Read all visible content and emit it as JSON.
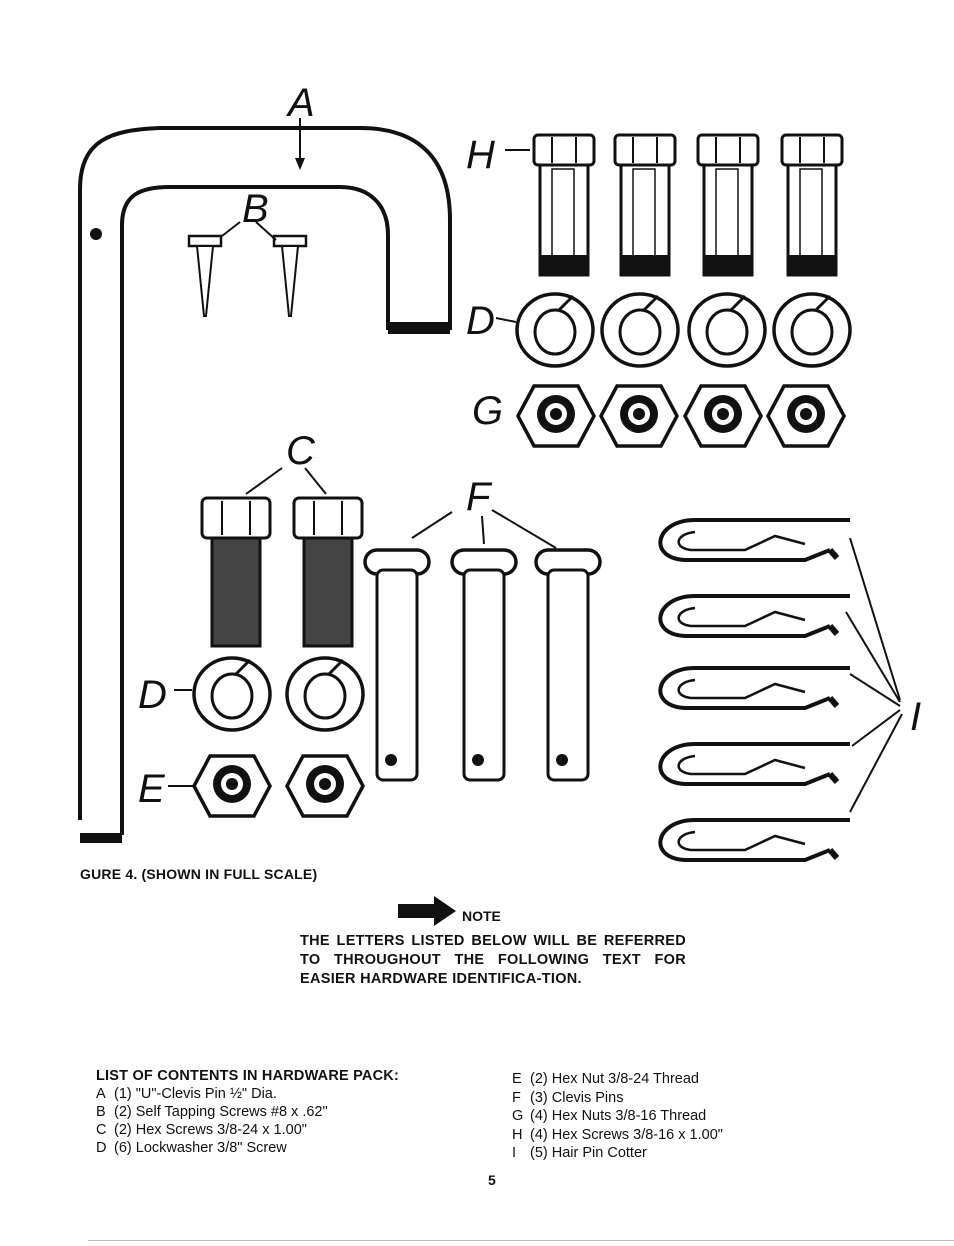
{
  "figure": {
    "labels": {
      "a": "A",
      "b": "B",
      "c": "C",
      "d_top": "D",
      "d_bottom": "D",
      "e": "E",
      "f": "F",
      "g": "G",
      "h": "H",
      "i": "I"
    }
  },
  "caption": "GURE 4. (SHOWN IN FULL SCALE)",
  "note": {
    "label": "NOTE",
    "text": "THE LETTERS LISTED BELOW WILL BE REFERRED TO THROUGHOUT THE FOLLOWING TEXT FOR EASIER HARDWARE IDENTIFICA-TION."
  },
  "contents": {
    "title": "LIST OF CONTENTS IN HARDWARE PACK:",
    "left": [
      {
        "letter": "A",
        "text": "(1) \"U\"-Clevis Pin ½\" Dia."
      },
      {
        "letter": "B",
        "text": "(2) Self Tapping Screws #8 x .62\""
      },
      {
        "letter": "C",
        "text": "(2) Hex Screws 3/8-24 x 1.00\""
      },
      {
        "letter": "D",
        "text": "(6) Lockwasher 3/8\" Screw"
      }
    ],
    "right": [
      {
        "letter": "E",
        "text": "(2) Hex Nut 3/8-24 Thread"
      },
      {
        "letter": "F",
        "text": "(3) Clevis Pins"
      },
      {
        "letter": "G",
        "text": "(4) Hex Nuts 3/8-16 Thread"
      },
      {
        "letter": "H",
        "text": "(4) Hex Screws 3/8-16 x 1.00\""
      },
      {
        "letter": "I",
        "text": "(5) Hair Pin Cotter"
      }
    ]
  },
  "page_number": "5"
}
